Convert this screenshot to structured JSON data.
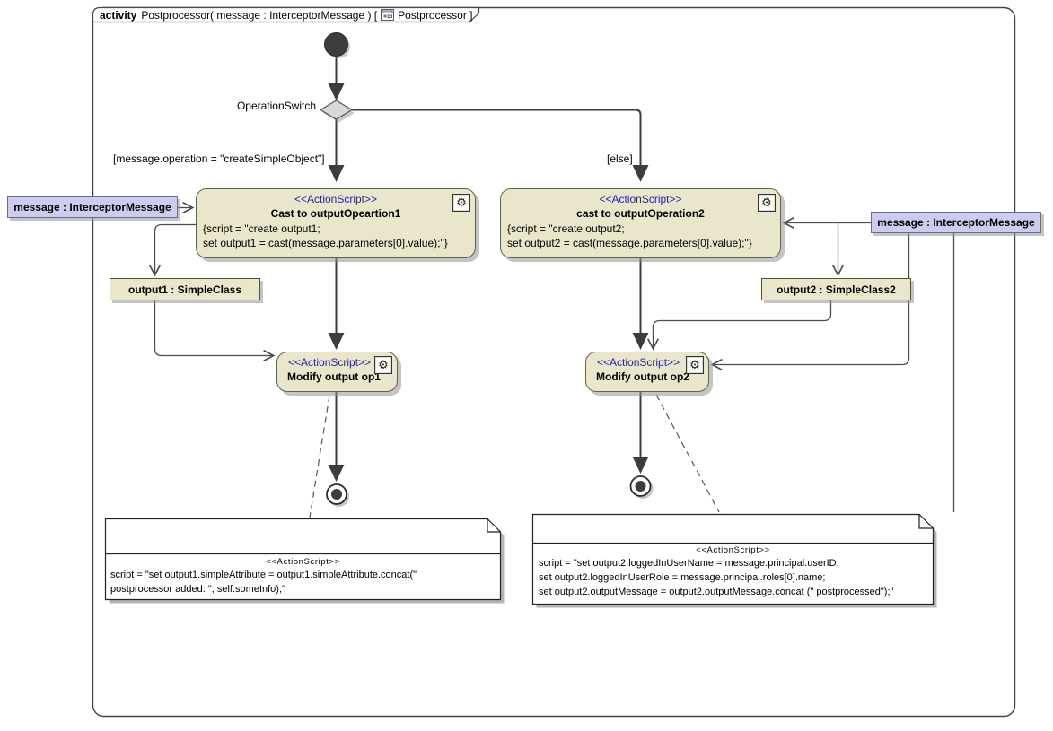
{
  "frame": {
    "keyword": "activity",
    "title": "Postprocessor( message : InterceptorMessage ) [",
    "ref": "Postprocessor ]"
  },
  "decision": {
    "label": "OperationSwitch"
  },
  "guards": {
    "left": "[message.operation = \"createSimpleObject\"]",
    "right": "[else]"
  },
  "params": {
    "left": "message : InterceptorMessage",
    "right": "message : InterceptorMessage"
  },
  "actions": {
    "cast1": {
      "stereotype": "<<ActionScript>>",
      "name": "Cast to outputOpeartion1",
      "script1": "{script = \"create output1;",
      "script2": "set output1 = cast(message.parameters[0].value);\"}"
    },
    "cast2": {
      "stereotype": "<<ActionScript>>",
      "name": "cast to outputOperation2",
      "script1": "{script = \"create output2;",
      "script2": "set output2 = cast(message.parameters[0].value);\"}"
    },
    "modify1": {
      "stereotype": "<<ActionScript>>",
      "name": "Modify output op1"
    },
    "modify2": {
      "stereotype": "<<ActionScript>>",
      "name": "Modify output op2"
    }
  },
  "objects": {
    "output1": "output1 : SimpleClass",
    "output2": "output2 : SimpleClass2"
  },
  "notes": {
    "note1": {
      "stereotype": "<<ActionScript>>",
      "line1": "script = \"set output1.simpleAttribute = output1.simpleAttribute.concat(\"",
      "line2": "postprocessor added: \", self.someInfo);\""
    },
    "note2": {
      "stereotype": "<<ActionScript>>",
      "line1": "script = \"set output2.loggedInUserName = message.principal.userID;",
      "line2": "set output2.loggedInUserRole = message.principal.roles[0].name;",
      "line3": "set output2.outputMessage = output2.outputMessage.concat (\" postprocessed\");\""
    }
  },
  "icons": {
    "gear": "⚙"
  },
  "colors": {
    "action_fill": "#e9e6c9",
    "param_fill": "#ccccf0",
    "stereotype_blue": "#2323b8",
    "line": "#4d4d4d",
    "control_line": "#3d3d3d",
    "diamond_fill": "#d9d9d9",
    "note_fill": "#ffffff"
  }
}
